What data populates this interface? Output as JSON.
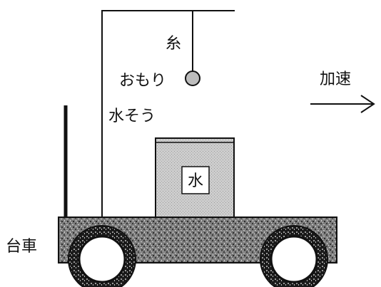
{
  "labels": {
    "string": "糸",
    "weight": "おもり",
    "tank": "水そう",
    "water": "水",
    "cart": "台車",
    "acceleration": "加速"
  },
  "colors": {
    "ink": "#111111",
    "water_fill": "#c8c8c8",
    "cart_fill": "#8a8a8a",
    "weight_fill": "#bdbdbd",
    "label_box": "#ffffff"
  }
}
